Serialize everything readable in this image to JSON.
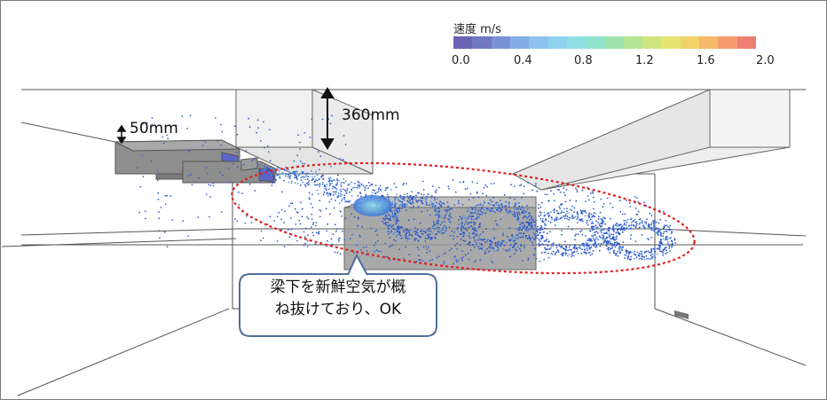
{
  "legend": {
    "title": "速度 m/s",
    "ticks": [
      "0.0",
      "0.4",
      "0.8",
      "1.2",
      "1.6",
      "2.0"
    ],
    "colors": [
      "#6a63b4",
      "#6f79c4",
      "#7a92d6",
      "#86aee6",
      "#8cc3ee",
      "#8ed3ee",
      "#8ee0e4",
      "#90e3cc",
      "#9ee3ad",
      "#b4e594",
      "#cfe680",
      "#e6e472",
      "#f2d26a",
      "#f6b968",
      "#f49c6e",
      "#ee7f74"
    ]
  },
  "dimensions": {
    "vertical_gap": "360mm",
    "small_gap": "50mm"
  },
  "callout": {
    "text": "梁下を新鮮空気が概\nね抜けており、OK"
  },
  "colors": {
    "highlight_ellipse": "#e02020",
    "callout_border": "#4f6f9a",
    "beam": "#9a9a9a",
    "particles": "#2a54c8"
  }
}
